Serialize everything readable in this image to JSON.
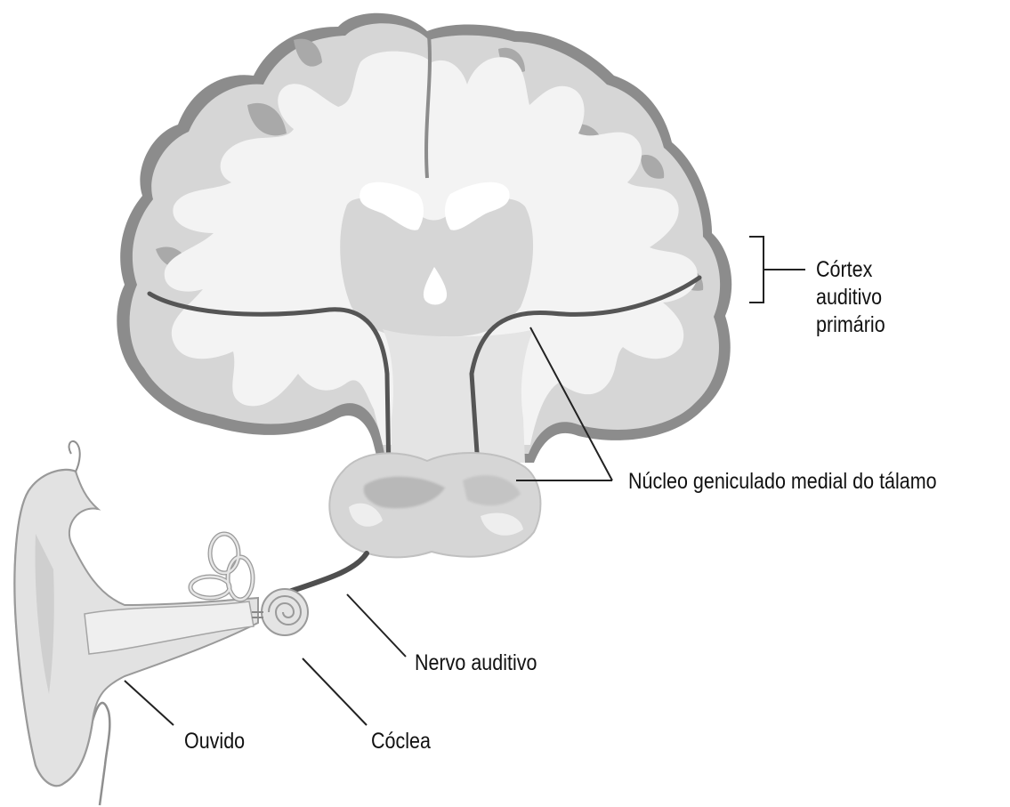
{
  "labels": {
    "cortex": [
      "Córtex",
      "auditivo",
      "primário"
    ],
    "nucleo": "Núcleo geniculado medial do tálamo",
    "nervo": "Nervo auditivo",
    "ouvido": "Ouvido",
    "coclea": "Cóclea"
  },
  "colors": {
    "brain_outline": "#8c8c8c",
    "brain_fill": "#d6d6d6",
    "white_matter": "#f3f3f3",
    "gray_matter_dark": "#a9a9a9",
    "pathway": "#555555",
    "ear_fill": "#e2e2e2",
    "ear_outline": "#9a9a9a",
    "leader_line": "#222222"
  }
}
